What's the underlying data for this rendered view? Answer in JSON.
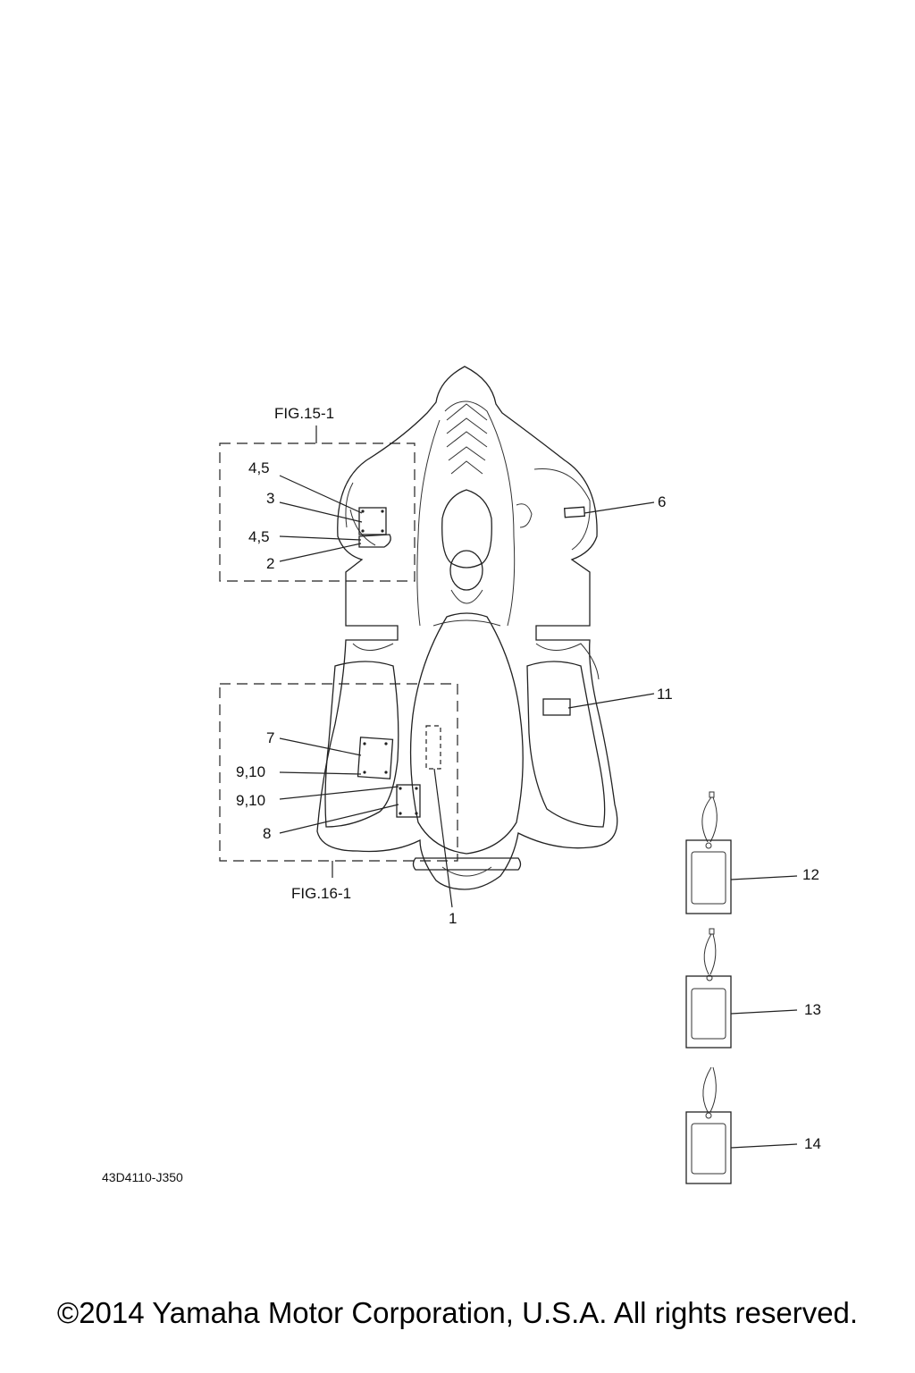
{
  "figure_refs": {
    "top": "FIG.15-1",
    "bottom": "FIG.16-1"
  },
  "callouts": {
    "c1": "1",
    "c2": "2",
    "c3": "3",
    "c45a": "4,5",
    "c45b": "4,5",
    "c6": "6",
    "c7": "7",
    "c8": "8",
    "c910a": "9,10",
    "c910b": "9,10",
    "c11": "11",
    "c12": "12",
    "c13": "13",
    "c14": "14"
  },
  "diagram_code": "43D4110-J350",
  "copyright": "©2014 Yamaha Motor Corporation, U.S.A. All rights reserved."
}
